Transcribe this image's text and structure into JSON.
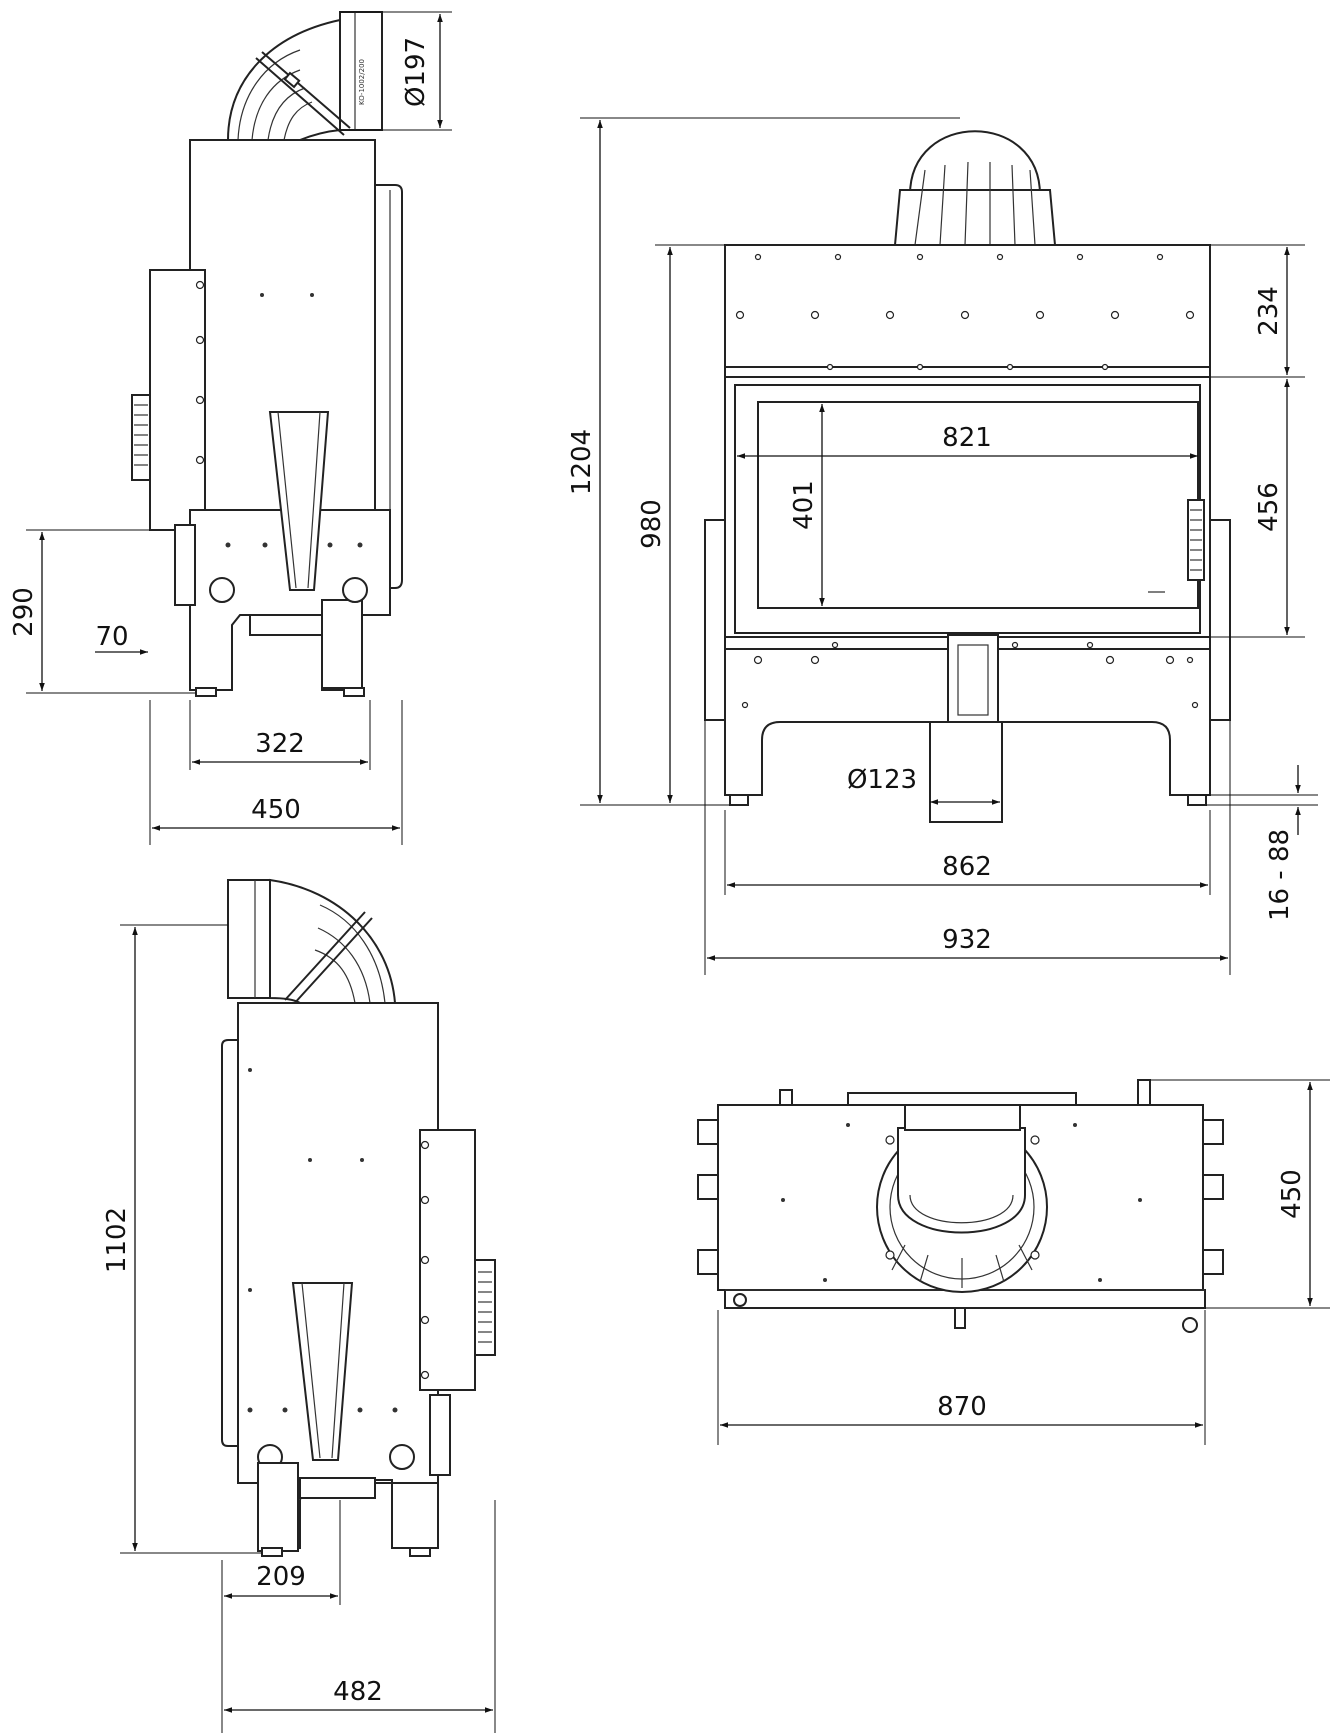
{
  "dimensions": {
    "side_left": {
      "flue_diameter": "Ø197",
      "rear_height": "290",
      "rear_offset": "70",
      "foot_span": "322",
      "depth": "450"
    },
    "front": {
      "total_height": "1204",
      "body_height": "980",
      "top_band": "234",
      "glass_height": "456",
      "glass_width": "821",
      "glass_inner_height": "401",
      "inlet_diameter": "Ø123",
      "foot_adjust": "16 - 88",
      "frame_width": "862",
      "total_width": "932"
    },
    "side_right": {
      "height": "1102",
      "foot_offset": "209",
      "depth": "482"
    },
    "top": {
      "depth": "450",
      "width": "870"
    }
  },
  "labels": {
    "nameplate_code": "KO-1002/200"
  }
}
